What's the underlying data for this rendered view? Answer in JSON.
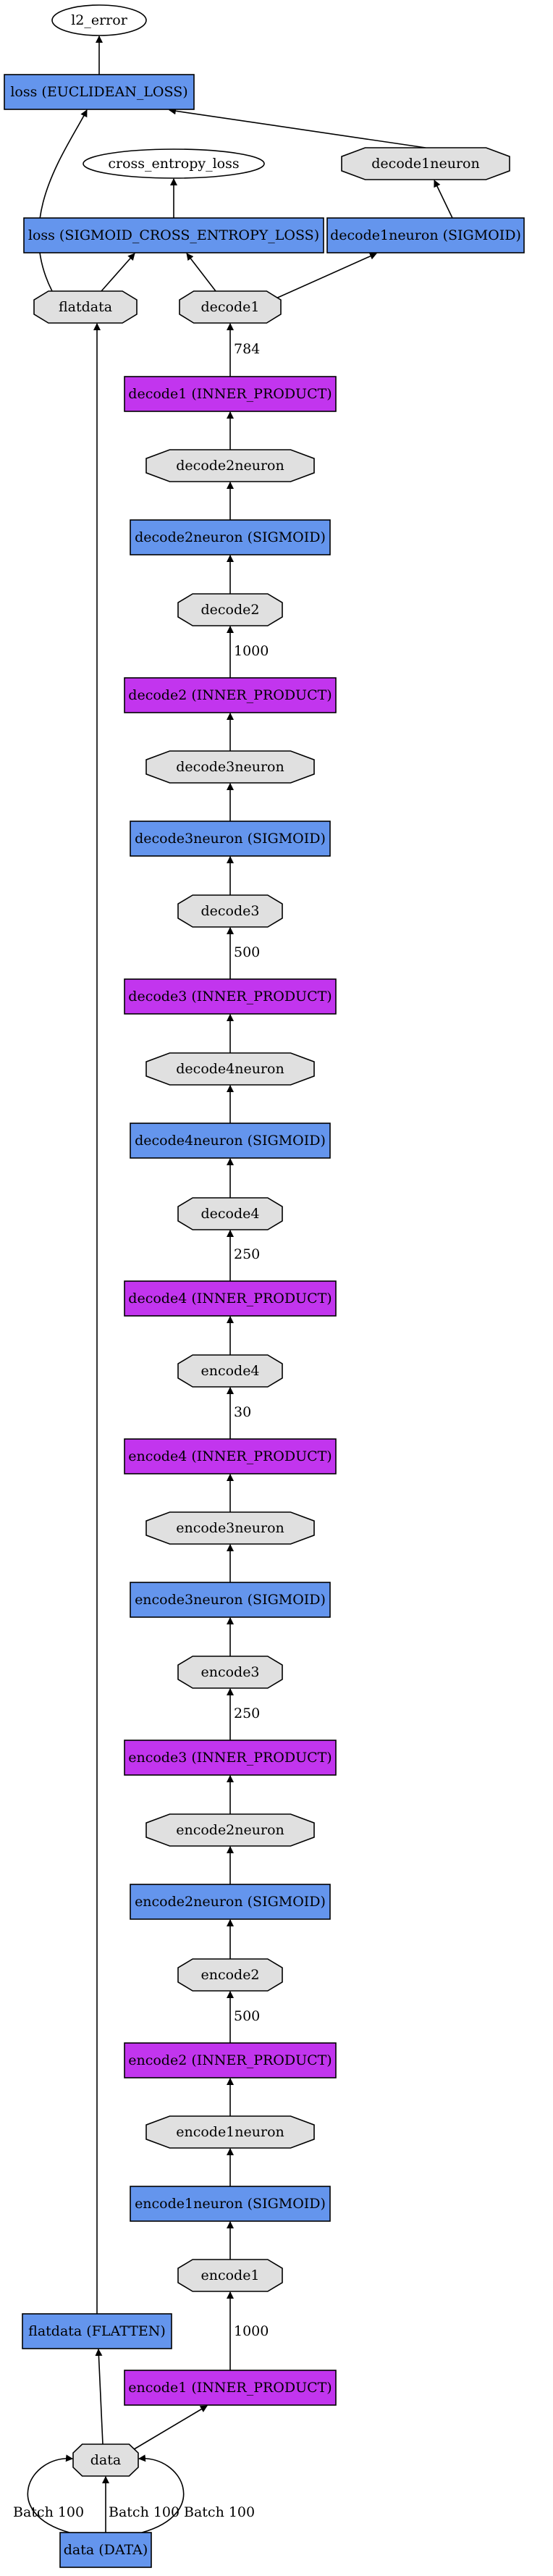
{
  "colors": {
    "layer_blue": "#6495ED",
    "layer_magenta": "#C235EE",
    "blob_gray": "#E0E0E0",
    "output_white": "#FFFFFF"
  },
  "nodes": [
    {
      "id": "l2_error",
      "label": "l2_error",
      "shape": "ellipse",
      "color": "#FFFFFF"
    },
    {
      "id": "loss_euc",
      "label": "loss (EUCLIDEAN_LOSS)",
      "shape": "box",
      "color": "#6495ED"
    },
    {
      "id": "ce_loss",
      "label": "cross_entropy_loss",
      "shape": "ellipse",
      "color": "#FFFFFF"
    },
    {
      "id": "dec1neuron_blob",
      "label": "decode1neuron",
      "shape": "octagon",
      "color": "#E0E0E0"
    },
    {
      "id": "loss_sig",
      "label": "loss (SIGMOID_CROSS_ENTROPY_LOSS)",
      "shape": "box",
      "color": "#6495ED"
    },
    {
      "id": "dec1neuron_layer",
      "label": "decode1neuron (SIGMOID)",
      "shape": "box",
      "color": "#6495ED"
    },
    {
      "id": "flatdata_blob",
      "label": "flatdata",
      "shape": "octagon",
      "color": "#E0E0E0"
    },
    {
      "id": "dec1_blob",
      "label": "decode1",
      "shape": "octagon",
      "color": "#E0E0E0"
    },
    {
      "id": "dec1_layer",
      "label": "decode1 (INNER_PRODUCT)",
      "shape": "box",
      "color": "#C235EE"
    },
    {
      "id": "dec2neuron_blob",
      "label": "decode2neuron",
      "shape": "octagon",
      "color": "#E0E0E0"
    },
    {
      "id": "dec2neuron_layer",
      "label": "decode2neuron (SIGMOID)",
      "shape": "box",
      "color": "#6495ED"
    },
    {
      "id": "dec2_blob",
      "label": "decode2",
      "shape": "octagon",
      "color": "#E0E0E0"
    },
    {
      "id": "dec2_layer",
      "label": "decode2 (INNER_PRODUCT)",
      "shape": "box",
      "color": "#C235EE"
    },
    {
      "id": "dec3neuron_blob",
      "label": "decode3neuron",
      "shape": "octagon",
      "color": "#E0E0E0"
    },
    {
      "id": "dec3neuron_layer",
      "label": "decode3neuron (SIGMOID)",
      "shape": "box",
      "color": "#6495ED"
    },
    {
      "id": "dec3_blob",
      "label": "decode3",
      "shape": "octagon",
      "color": "#E0E0E0"
    },
    {
      "id": "dec3_layer",
      "label": "decode3 (INNER_PRODUCT)",
      "shape": "box",
      "color": "#C235EE"
    },
    {
      "id": "dec4neuron_blob",
      "label": "decode4neuron",
      "shape": "octagon",
      "color": "#E0E0E0"
    },
    {
      "id": "dec4neuron_layer",
      "label": "decode4neuron (SIGMOID)",
      "shape": "box",
      "color": "#6495ED"
    },
    {
      "id": "dec4_blob",
      "label": "decode4",
      "shape": "octagon",
      "color": "#E0E0E0"
    },
    {
      "id": "dec4_layer",
      "label": "decode4 (INNER_PRODUCT)",
      "shape": "box",
      "color": "#C235EE"
    },
    {
      "id": "enc4_blob",
      "label": "encode4",
      "shape": "octagon",
      "color": "#E0E0E0"
    },
    {
      "id": "enc4_layer",
      "label": "encode4 (INNER_PRODUCT)",
      "shape": "box",
      "color": "#C235EE"
    },
    {
      "id": "enc3neuron_blob",
      "label": "encode3neuron",
      "shape": "octagon",
      "color": "#E0E0E0"
    },
    {
      "id": "enc3neuron_layer",
      "label": "encode3neuron (SIGMOID)",
      "shape": "box",
      "color": "#6495ED"
    },
    {
      "id": "enc3_blob",
      "label": "encode3",
      "shape": "octagon",
      "color": "#E0E0E0"
    },
    {
      "id": "enc3_layer",
      "label": "encode3 (INNER_PRODUCT)",
      "shape": "box",
      "color": "#C235EE"
    },
    {
      "id": "enc2neuron_blob",
      "label": "encode2neuron",
      "shape": "octagon",
      "color": "#E0E0E0"
    },
    {
      "id": "enc2neuron_layer",
      "label": "encode2neuron (SIGMOID)",
      "shape": "box",
      "color": "#6495ED"
    },
    {
      "id": "enc2_blob",
      "label": "encode2",
      "shape": "octagon",
      "color": "#E0E0E0"
    },
    {
      "id": "enc2_layer",
      "label": "encode2 (INNER_PRODUCT)",
      "shape": "box",
      "color": "#C235EE"
    },
    {
      "id": "enc1neuron_blob",
      "label": "encode1neuron",
      "shape": "octagon",
      "color": "#E0E0E0"
    },
    {
      "id": "enc1neuron_layer",
      "label": "encode1neuron (SIGMOID)",
      "shape": "box",
      "color": "#6495ED"
    },
    {
      "id": "enc1_blob",
      "label": "encode1",
      "shape": "octagon",
      "color": "#E0E0E0"
    },
    {
      "id": "flatdata_layer",
      "label": "flatdata (FLATTEN)",
      "shape": "box",
      "color": "#6495ED"
    },
    {
      "id": "enc1_layer",
      "label": "encode1 (INNER_PRODUCT)",
      "shape": "box",
      "color": "#C235EE"
    },
    {
      "id": "data_blob",
      "label": "data",
      "shape": "octagon",
      "color": "#E0E0E0"
    },
    {
      "id": "data_layer",
      "label": "data (DATA)",
      "shape": "box",
      "color": "#6495ED"
    }
  ],
  "edges": [
    {
      "id": "e1",
      "from": "loss_euc",
      "to": "l2_error",
      "label": ""
    },
    {
      "id": "e2",
      "from": "loss_sig",
      "to": "ce_loss",
      "label": ""
    },
    {
      "id": "e3",
      "from": "dec1neuron_blob",
      "to": "loss_euc",
      "label": ""
    },
    {
      "id": "e4",
      "from": "flatdata_blob",
      "to": "loss_euc",
      "label": ""
    },
    {
      "id": "e5",
      "from": "dec1neuron_layer",
      "to": "dec1neuron_blob",
      "label": ""
    },
    {
      "id": "e6",
      "from": "flatdata_blob",
      "to": "loss_sig",
      "label": ""
    },
    {
      "id": "e7",
      "from": "dec1_blob",
      "to": "loss_sig",
      "label": ""
    },
    {
      "id": "e8",
      "from": "dec1_blob",
      "to": "dec1neuron_layer",
      "label": ""
    },
    {
      "id": "e9",
      "from": "dec1_layer",
      "to": "dec1_blob",
      "label": "784"
    },
    {
      "id": "e10",
      "from": "dec2neuron_blob",
      "to": "dec1_layer",
      "label": ""
    },
    {
      "id": "e11",
      "from": "dec2neuron_layer",
      "to": "dec2neuron_blob",
      "label": ""
    },
    {
      "id": "e12",
      "from": "dec2_blob",
      "to": "dec2neuron_layer",
      "label": ""
    },
    {
      "id": "e13",
      "from": "dec2_layer",
      "to": "dec2_blob",
      "label": "1000"
    },
    {
      "id": "e14",
      "from": "dec3neuron_blob",
      "to": "dec2_layer",
      "label": ""
    },
    {
      "id": "e15",
      "from": "dec3neuron_layer",
      "to": "dec3neuron_blob",
      "label": ""
    },
    {
      "id": "e16",
      "from": "dec3_blob",
      "to": "dec3neuron_layer",
      "label": ""
    },
    {
      "id": "e17",
      "from": "dec3_layer",
      "to": "dec3_blob",
      "label": "500"
    },
    {
      "id": "e18",
      "from": "dec4neuron_blob",
      "to": "dec3_layer",
      "label": ""
    },
    {
      "id": "e19",
      "from": "dec4neuron_layer",
      "to": "dec4neuron_blob",
      "label": ""
    },
    {
      "id": "e20",
      "from": "dec4_blob",
      "to": "dec4neuron_layer",
      "label": ""
    },
    {
      "id": "e21",
      "from": "dec4_layer",
      "to": "dec4_blob",
      "label": "250"
    },
    {
      "id": "e22",
      "from": "enc4_blob",
      "to": "dec4_layer",
      "label": ""
    },
    {
      "id": "e23",
      "from": "enc4_layer",
      "to": "enc4_blob",
      "label": "30"
    },
    {
      "id": "e24",
      "from": "enc3neuron_blob",
      "to": "enc4_layer",
      "label": ""
    },
    {
      "id": "e25",
      "from": "enc3neuron_layer",
      "to": "enc3neuron_blob",
      "label": ""
    },
    {
      "id": "e26",
      "from": "enc3_blob",
      "to": "enc3neuron_layer",
      "label": ""
    },
    {
      "id": "e27",
      "from": "enc3_layer",
      "to": "enc3_blob",
      "label": "250"
    },
    {
      "id": "e28",
      "from": "enc2neuron_blob",
      "to": "enc3_layer",
      "label": ""
    },
    {
      "id": "e29",
      "from": "enc2neuron_layer",
      "to": "enc2neuron_blob",
      "label": ""
    },
    {
      "id": "e30",
      "from": "enc2_blob",
      "to": "enc2neuron_layer",
      "label": ""
    },
    {
      "id": "e31",
      "from": "enc2_layer",
      "to": "enc2_blob",
      "label": "500"
    },
    {
      "id": "e32",
      "from": "enc1neuron_blob",
      "to": "enc2_layer",
      "label": ""
    },
    {
      "id": "e33",
      "from": "enc1neuron_layer",
      "to": "enc1neuron_blob",
      "label": ""
    },
    {
      "id": "e34",
      "from": "enc1_blob",
      "to": "enc1neuron_layer",
      "label": ""
    },
    {
      "id": "e35",
      "from": "enc1_layer",
      "to": "enc1_blob",
      "label": "1000"
    },
    {
      "id": "e36",
      "from": "flatdata_layer",
      "to": "flatdata_blob",
      "label": ""
    },
    {
      "id": "e37",
      "from": "data_blob",
      "to": "flatdata_layer",
      "label": ""
    },
    {
      "id": "e38",
      "from": "data_blob",
      "to": "enc1_layer",
      "label": ""
    },
    {
      "id": "e39",
      "from": "data_layer",
      "to": "data_blob",
      "label": "Batch 100",
      "route": "left"
    },
    {
      "id": "e40",
      "from": "data_layer",
      "to": "data_blob",
      "label": "Batch 100",
      "route": "center"
    },
    {
      "id": "e41",
      "from": "data_layer",
      "to": "data_blob",
      "label": "Batch 100",
      "route": "right"
    }
  ]
}
